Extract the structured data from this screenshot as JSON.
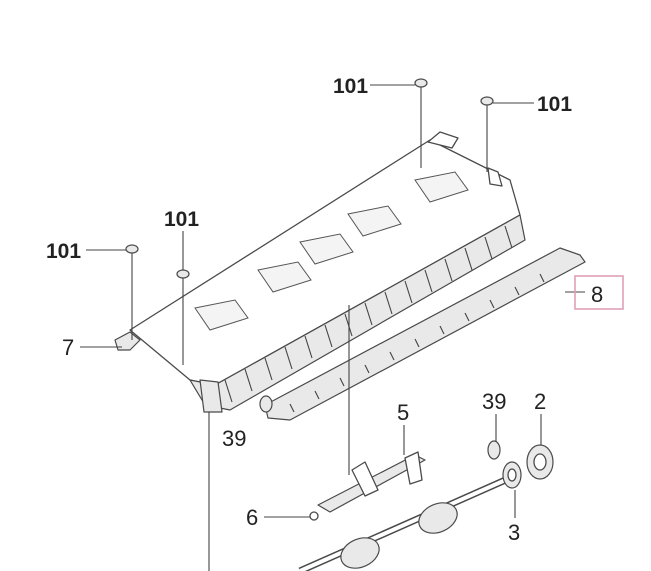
{
  "diagram": {
    "callouts": {
      "screw_top_center": "101",
      "screw_top_right": "101",
      "screw_left_upper": "101",
      "screw_left": "101",
      "bracket_left": "7",
      "guide_plate": "8",
      "bushing_left": "39",
      "lever": "5",
      "bushing_right": "39",
      "gear": "2",
      "pin": "6",
      "bearing": "3"
    },
    "colors": {
      "line": "#4a4a4a",
      "highlight": "#e0a0b8"
    }
  }
}
